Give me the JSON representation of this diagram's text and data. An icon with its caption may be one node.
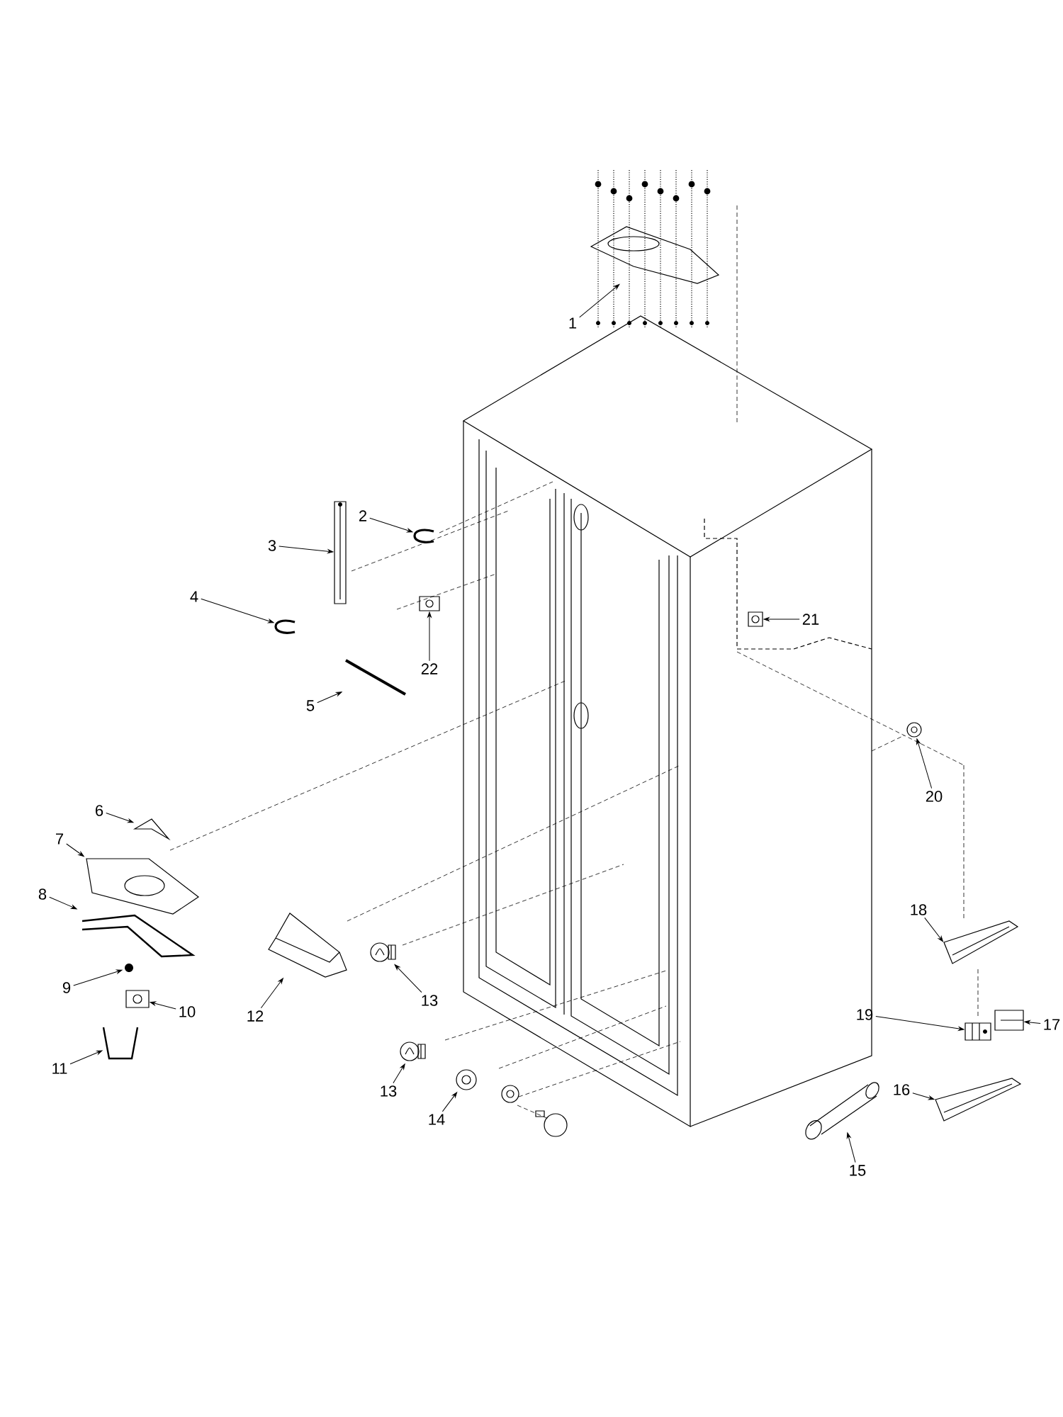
{
  "diagram": {
    "nodes": [
      {
        "text": [
          "1"
        ]
      },
      {
        "text": [
          "2"
        ]
      },
      {
        "text": [
          "3"
        ]
      },
      {
        "text": [
          "4"
        ]
      },
      {
        "text": [
          "21"
        ]
      },
      {
        "text": [
          "22"
        ]
      },
      {
        "text": [
          "5"
        ]
      },
      {
        "text": [
          "20"
        ]
      },
      {
        "text": [
          "6"
        ]
      },
      {
        "text": [
          "7"
        ]
      },
      {
        "text": [
          "8"
        ]
      },
      {
        "text": [
          "18"
        ]
      },
      {
        "text": [
          "9"
        ]
      },
      {
        "text": [
          "13"
        ]
      },
      {
        "text": [
          "10"
        ]
      },
      {
        "text": [
          "12"
        ]
      },
      {
        "text": [
          "19"
        ]
      },
      {
        "text": [
          "17"
        ]
      },
      {
        "text": [
          "11"
        ]
      },
      {
        "text": [
          "16"
        ]
      },
      {
        "text": [
          "13"
        ]
      },
      {
        "text": [
          "14"
        ]
      },
      {
        "text": [
          "15"
        ]
      },
      {
        "text": [],
        "shape": "picture"
      },
      {
        "text": [],
        "shape": "picture"
      },
      {
        "text": [],
        "shape": "picture"
      },
      {
        "text": [],
        "shape": "picture"
      },
      {
        "text": [],
        "shape": "picture"
      },
      {
        "text": [],
        "shape": "picture"
      },
      {
        "text": [],
        "shape": "picture"
      },
      {
        "text": [],
        "shape": "picture"
      },
      {
        "text": [],
        "shape": "picture"
      },
      {
        "text": [],
        "shape": "picture"
      },
      {
        "text": [],
        "shape": "picture"
      },
      {
        "text": [],
        "shape": "picture"
      },
      {
        "text": [],
        "shape": "picture"
      },
      {
        "text": [],
        "shape": "picture"
      },
      {
        "text": [],
        "shape": "picture"
      },
      {
        "text": [],
        "shape": "picture"
      },
      {
        "text": [],
        "shape": "picture"
      },
      {
        "text": [],
        "shape": "picture"
      },
      {
        "text": [],
        "shape": "picture"
      },
      {
        "text": [],
        "shape": "picture"
      },
      {
        "text": [],
        "shape": "picture"
      },
      {
        "text": [],
        "shape": "picture"
      },
      {
        "text": [],
        "shape": "picture"
      }
    ],
    "edges": [
      {
        "from": 0,
        "to": 23,
        "arrow": "to"
      },
      {
        "from": 1,
        "to": 24,
        "arrow": "to"
      },
      {
        "from": 2,
        "to": 25,
        "arrow": "to"
      },
      {
        "from": 3,
        "to": 26,
        "arrow": "to"
      },
      {
        "from": 4,
        "to": 27,
        "arrow": "to"
      },
      {
        "from": 5,
        "to": 28,
        "arrow": "to"
      },
      {
        "from": 6,
        "to": 29,
        "arrow": "to"
      },
      {
        "from": 7,
        "to": 30,
        "arrow": "to"
      },
      {
        "from": 8,
        "to": 31,
        "arrow": "to"
      },
      {
        "from": 9,
        "to": 32,
        "arrow": "to"
      },
      {
        "from": 10,
        "to": 33,
        "arrow": "to"
      },
      {
        "from": 11,
        "to": 34,
        "arrow": "to"
      },
      {
        "from": 12,
        "to": 35,
        "arrow": "to"
      },
      {
        "from": 13,
        "to": 36,
        "arrow": "to"
      },
      {
        "from": 14,
        "to": 37,
        "arrow": "to"
      },
      {
        "from": 15,
        "to": 38,
        "arrow": "to"
      },
      {
        "from": 16,
        "to": 39,
        "arrow": "to"
      },
      {
        "from": 17,
        "to": 40,
        "arrow": "to"
      },
      {
        "from": 18,
        "to": 41,
        "arrow": "to"
      },
      {
        "from": 19,
        "to": 42,
        "arrow": "to"
      },
      {
        "from": 20,
        "to": 43,
        "arrow": "to"
      },
      {
        "from": 21,
        "to": 44,
        "arrow": "to"
      },
      {
        "from": 22,
        "to": 45,
        "arrow": "to"
      }
    ]
  }
}
